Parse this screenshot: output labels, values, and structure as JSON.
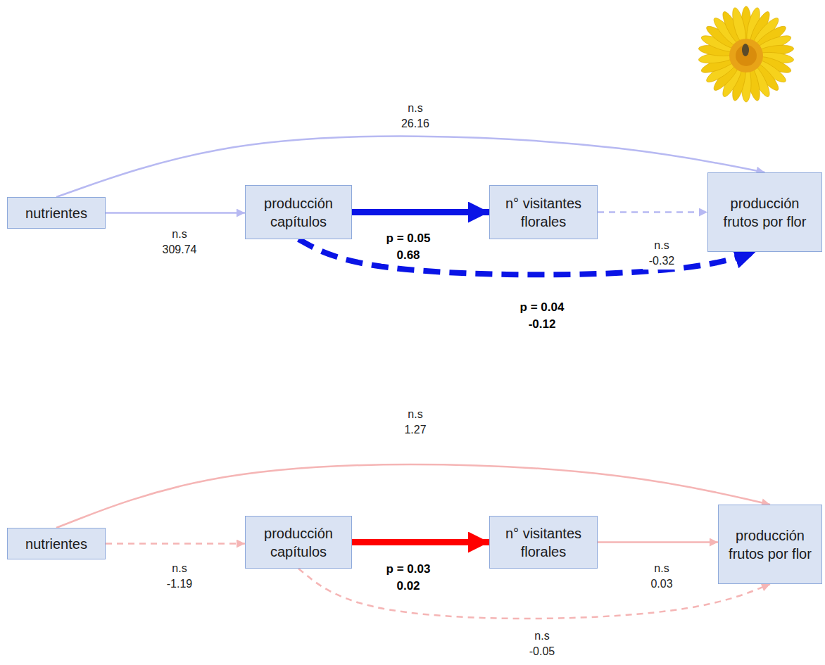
{
  "diagram": {
    "nodes": [
      {
        "text": [
          "nutrientes"
        ]
      },
      {
        "text": [
          "producción capítulos"
        ]
      },
      {
        "text": [
          "n° visitantes florales"
        ]
      },
      {
        "text": [
          "producción frutos por flor"
        ]
      },
      {
        "text": [
          "nutrientes"
        ]
      },
      {
        "text": [
          "producción capítulos"
        ]
      },
      {
        "text": [
          "n° visitantes florales"
        ]
      },
      {
        "text": [
          "producción frutos por flor"
        ]
      }
    ],
    "edges": [
      {
        "from": 0,
        "to": 3,
        "arrow": "to",
        "label": "n.s 26.16"
      },
      {
        "from": 0,
        "to": 1,
        "arrow": "to",
        "label": "n.s 309.74"
      },
      {
        "from": 1,
        "to": 2,
        "arrow": "to",
        "label": "p = 0.05 0.68"
      },
      {
        "from": 2,
        "to": 3,
        "arrow": "to",
        "label": "n.s -0.32"
      },
      {
        "from": 1,
        "to": 3,
        "arrow": "to",
        "label": "p = 0.04 -0.12"
      },
      {
        "from": 4,
        "to": 7,
        "arrow": "to",
        "label": "n.s 1.27"
      },
      {
        "from": 4,
        "to": 5,
        "arrow": "to",
        "label": "n.s -1.19"
      },
      {
        "from": 5,
        "to": 6,
        "arrow": "to",
        "label": "p = 0.03 0.02"
      },
      {
        "from": 6,
        "to": 7,
        "arrow": "to",
        "label": "n.s 0.03"
      },
      {
        "from": 5,
        "to": 7,
        "arrow": "to",
        "label": "n.s -0.05"
      }
    ]
  }
}
